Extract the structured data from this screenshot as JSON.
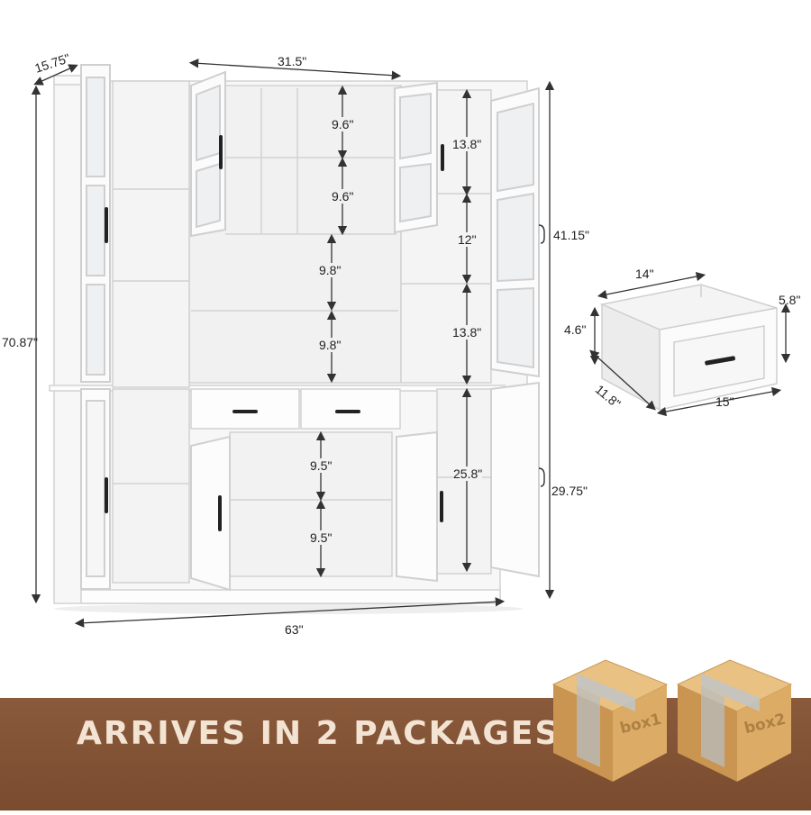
{
  "dimensions": {
    "depth": "15.75\"",
    "upper_width": "31.5\"",
    "total_height": "70.87\"",
    "upper_height": "41.15\"",
    "lower_height": "29.75\"",
    "total_width": "63\"",
    "center_top_1": "9.6\"",
    "center_top_2": "9.6\"",
    "center_mid_1": "9.8\"",
    "center_mid_2": "9.8\"",
    "right_upper_1": "13.8\"",
    "right_upper_2": "12\"",
    "right_upper_3": "13.8\"",
    "center_lower_1": "9.5\"",
    "center_lower_2": "9.5\"",
    "right_lower": "25.8\""
  },
  "drawer": {
    "width_back": "14\"",
    "height_front": "5.8\"",
    "height_side": "4.6\"",
    "depth": "11.8\"",
    "width_front": "15\""
  },
  "banner": {
    "text": "ARRIVES IN 2 PACKAGES",
    "boxes": [
      "box1",
      "box2"
    ]
  },
  "colors": {
    "banner": "#7a4b2e",
    "banner_text": "#f3e3d3",
    "cabinet": "#ffffff",
    "box": "#d9a55e"
  }
}
